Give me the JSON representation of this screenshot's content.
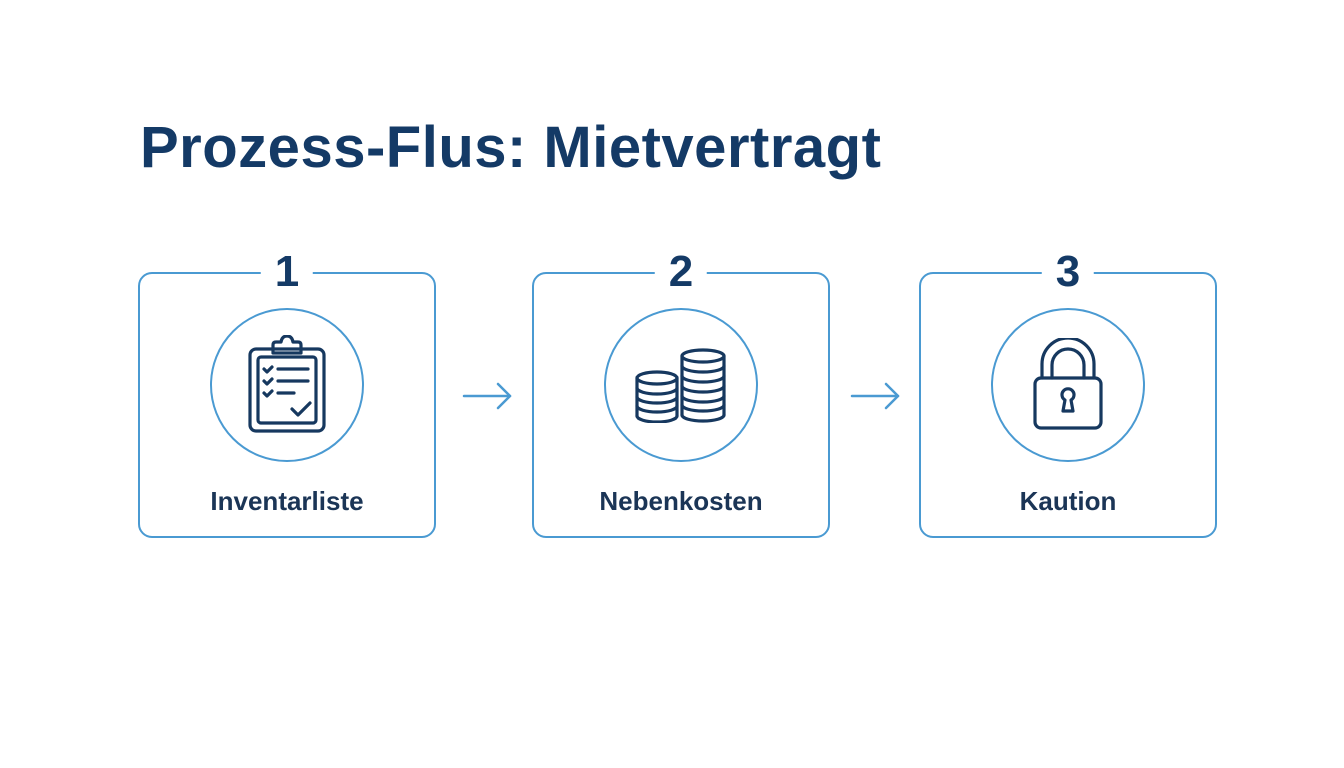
{
  "title": "Prozess-Flus: Mietvertragt",
  "steps": [
    {
      "number": "1",
      "label": "Inventarliste",
      "icon": "clipboard-checklist-icon"
    },
    {
      "number": "2",
      "label": "Nebenkosten",
      "icon": "coin-stacks-icon"
    },
    {
      "number": "3",
      "label": "Kaution",
      "icon": "padlock-icon"
    }
  ],
  "colors": {
    "title": "#143a66",
    "accent": "#4a9ad2",
    "icon": "#16385f",
    "label": "#1b3556"
  }
}
